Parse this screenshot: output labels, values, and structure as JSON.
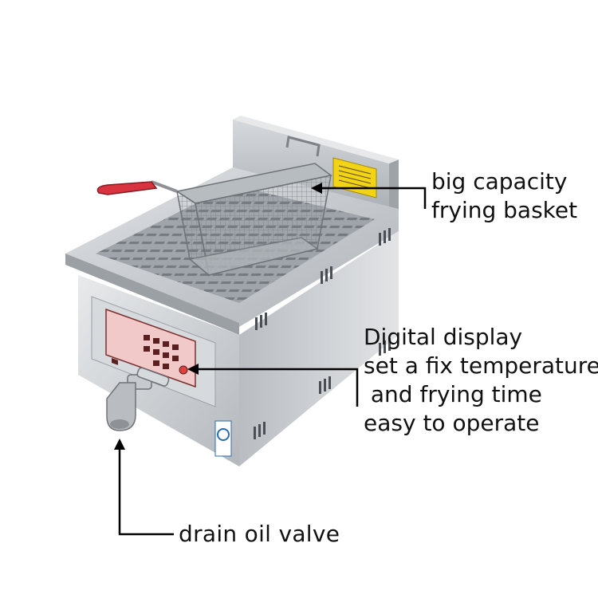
{
  "annotations": {
    "basket": {
      "lines": [
        "big capacity",
        "frying basket"
      ]
    },
    "display": {
      "lines": [
        "Digital display",
        "set a fix temperature",
        " and frying time",
        "easy to operate"
      ]
    },
    "valve": {
      "text": "drain oil valve"
    }
  },
  "colors": {
    "steel": "#c9ccd0",
    "steel_dark": "#8e9297",
    "handle": "#d8333f",
    "panel": "#f2c9c9",
    "warning_label": "#f3d316",
    "arrow": "#000000"
  }
}
